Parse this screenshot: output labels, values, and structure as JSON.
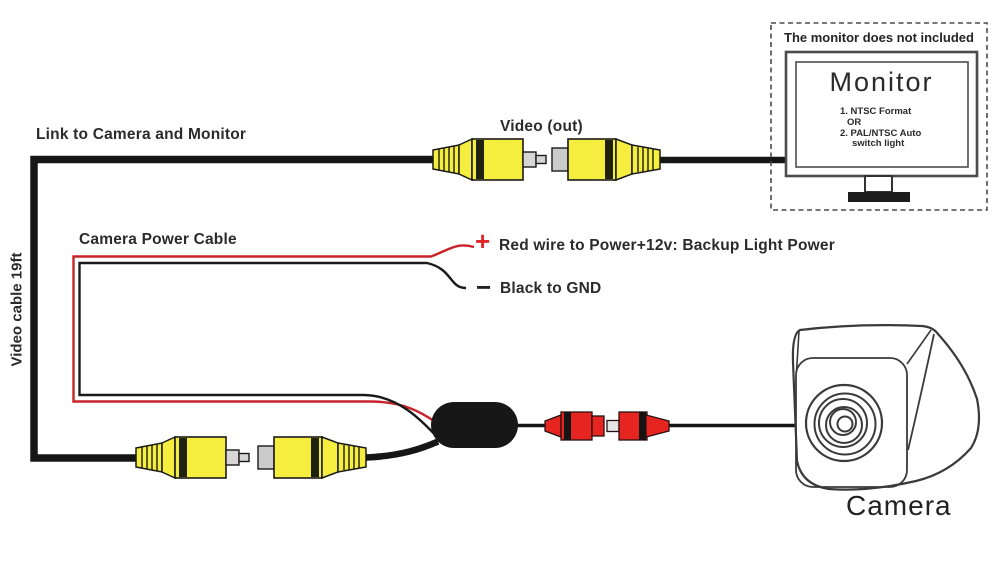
{
  "labels": {
    "link_to": "Link to Camera and Monitor",
    "video_out": "Video (out)",
    "camera_power_cable": "Camera Power Cable",
    "plus": "+",
    "red_wire_note": "Red wire to Power+12v: Backup Light Power",
    "minus": "−",
    "black_wire_note": "Black to GND",
    "video_cable_length": "Video cable 19ft",
    "camera_label": "Camera"
  },
  "monitor": {
    "note": "The monitor does not included",
    "title": "Monitor",
    "format_lines": [
      "1. NTSC Format",
      "OR",
      "2. PAL/NTSC Auto",
      "switch light"
    ]
  },
  "colors": {
    "rca_yellow": "#f5ee3f",
    "rca_red": "#e62521",
    "power_red_wire": "#c8232a",
    "cable_black": "#161616",
    "text": "#2d2d2d"
  }
}
